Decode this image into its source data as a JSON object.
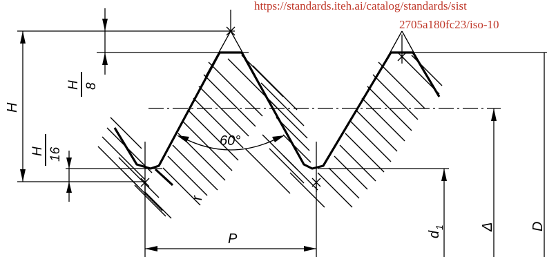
{
  "watermark": {
    "line1": "https://standards.iteh.ai/catalog/standards/sist",
    "line2": "2705a180fc23/iso-10"
  },
  "labels": {
    "H": "H",
    "H_over_8_num": "H",
    "H_over_8_den": "8",
    "H_over_16_num": "H",
    "H_over_16_den": "16",
    "angle": "60°",
    "r": "r",
    "P": "P",
    "d1": "d",
    "d1_sub": "1",
    "delta": "Δ",
    "D": "D"
  }
}
